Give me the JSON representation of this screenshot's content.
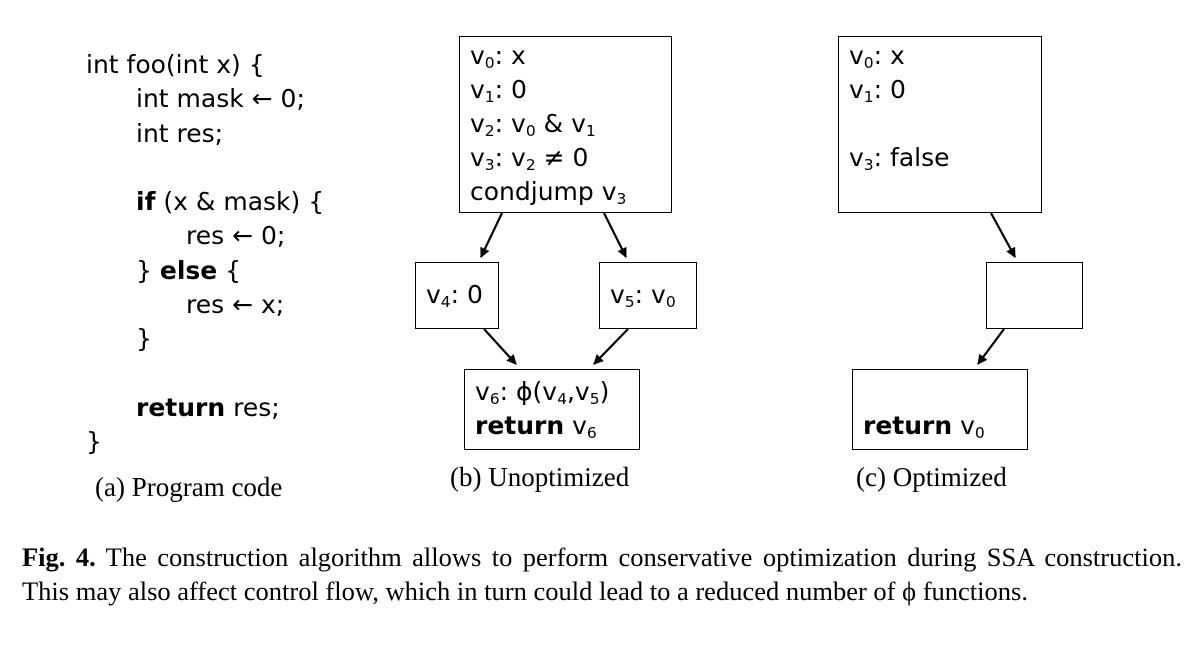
{
  "code": {
    "line1": "int foo(int x) {",
    "line2": "int mask ← 0;",
    "line3": "int res;",
    "line5_kw": "if",
    "line5_rest": " (x & mask) {",
    "line6": "res ← 0;",
    "line7_brace": "} ",
    "line7_kw": "else",
    "line7_rest": " {",
    "line8": "res ← x;",
    "line9": "}",
    "line11_kw": "return",
    "line11_rest": " res;",
    "line12": "}"
  },
  "unoptimized": {
    "entry": {
      "l1_v": "v",
      "l1_s": "0",
      "l1_t": ": x",
      "l2_v": "v",
      "l2_s": "1",
      "l2_t": ": 0",
      "l3_v": "v",
      "l3_s": "2",
      "l3_t": ": v",
      "l3_s2": "0",
      "l3_t2": " & v",
      "l3_s3": "1",
      "l4_v": "v",
      "l4_s": "3",
      "l4_t": ": v",
      "l4_s2": "2",
      "l4_t2": " ≠ 0",
      "l5_t": "condjump v",
      "l5_s": "3"
    },
    "left": {
      "v": "v",
      "s": "4",
      "t": ": 0"
    },
    "right": {
      "v": "v",
      "s": "5",
      "t": ": v",
      "s2": "0"
    },
    "exit": {
      "l1_v": "v",
      "l1_s": "6",
      "l1_t": ": ϕ(v",
      "l1_s2": "4",
      "l1_t2": ",v",
      "l1_s3": "5",
      "l1_t3": ")",
      "l2_kw": "return",
      "l2_t": " v",
      "l2_s": "6"
    }
  },
  "optimized": {
    "entry": {
      "l1_v": "v",
      "l1_s": "0",
      "l1_t": ": x",
      "l2_v": "v",
      "l2_s": "1",
      "l2_t": ": 0",
      "l3_v": "v",
      "l3_s": "3",
      "l3_t": ": false"
    },
    "exit": {
      "kw": "return",
      "t": " v",
      "s": "0"
    }
  },
  "subcaptions": {
    "a": "(a) Program code",
    "b": "(b) Unoptimized",
    "c": "(c) Optimized"
  },
  "caption": {
    "label": "Fig. 4.",
    "text": " The construction algorithm allows to perform conservative optimization during SSA construction. This may also affect control flow, which in turn could lead to a reduced number of ϕ functions."
  }
}
